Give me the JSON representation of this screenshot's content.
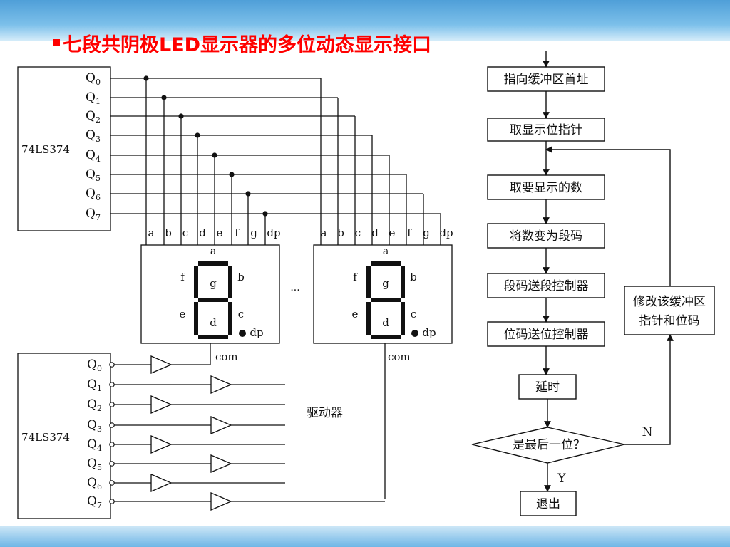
{
  "title": "七段共阴极LED显示器的多位动态显示接口",
  "chip_top": "74LS374",
  "chip_bottom": "74LS374",
  "q_labels": [
    "Q0",
    "Q1",
    "Q2",
    "Q3",
    "Q4",
    "Q5",
    "Q6",
    "Q7"
  ],
  "q_main": "Q",
  "q_subs": [
    "0",
    "1",
    "2",
    "3",
    "4",
    "5",
    "6",
    "7"
  ],
  "seg_pins": [
    "a",
    "b",
    "c",
    "d",
    "e",
    "f",
    "g",
    "dp"
  ],
  "seg_names": {
    "a": "a",
    "b": "b",
    "c": "c",
    "d": "d",
    "e": "e",
    "f": "f",
    "g": "g",
    "dp": "dp"
  },
  "com_label": "com",
  "ellipsis": "···",
  "driver_label": "驱动器",
  "flowchart": {
    "step1": "指向缓冲区首址",
    "step2": "取显示位指针",
    "step3": "取要显示的数",
    "step4": "将数变为段码",
    "step5": "段码送段控制器",
    "step6": "位码送位控制器",
    "step7": "延时",
    "decision": "是最后一位？",
    "yes": "Y",
    "no": "N",
    "side_line1": "修改该缓冲区",
    "side_line2": "指针和位码",
    "end": "退出"
  }
}
